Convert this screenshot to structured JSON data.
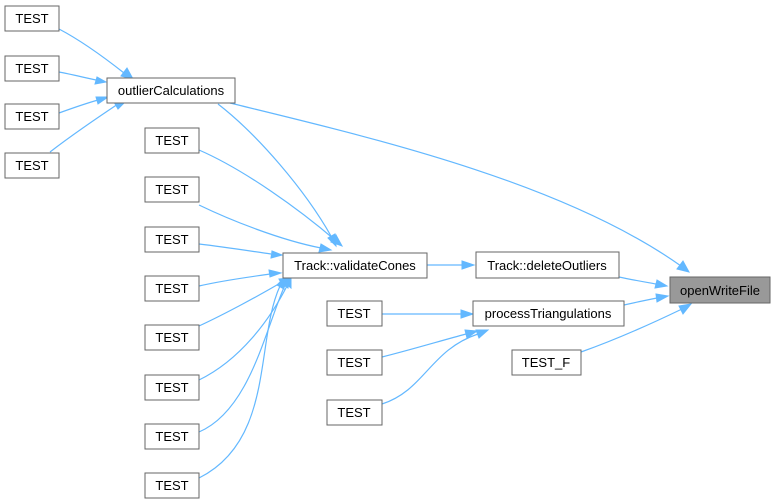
{
  "graph": {
    "colors": {
      "edge": "#63b8ff",
      "node_border": "#666666",
      "target_fill": "#999999",
      "node_fill": "#ffffff"
    },
    "nodes": {
      "test_oc_1": "TEST",
      "test_oc_2": "TEST",
      "test_oc_3": "TEST",
      "test_oc_4": "TEST",
      "outlier_calculations": "outlierCalculations",
      "test_vc_1": "TEST",
      "test_vc_2": "TEST",
      "test_vc_3": "TEST",
      "test_vc_4": "TEST",
      "test_vc_5": "TEST",
      "test_vc_6": "TEST",
      "test_vc_7": "TEST",
      "test_vc_8": "TEST",
      "validate_cones": "Track::validateCones",
      "delete_outliers": "Track::deleteOutliers",
      "test_pt_1": "TEST",
      "test_pt_2": "TEST",
      "test_pt_3": "TEST",
      "process_triangulations": "processTriangulations",
      "test_f": "TEST_F",
      "open_write_file": "openWriteFile"
    }
  }
}
